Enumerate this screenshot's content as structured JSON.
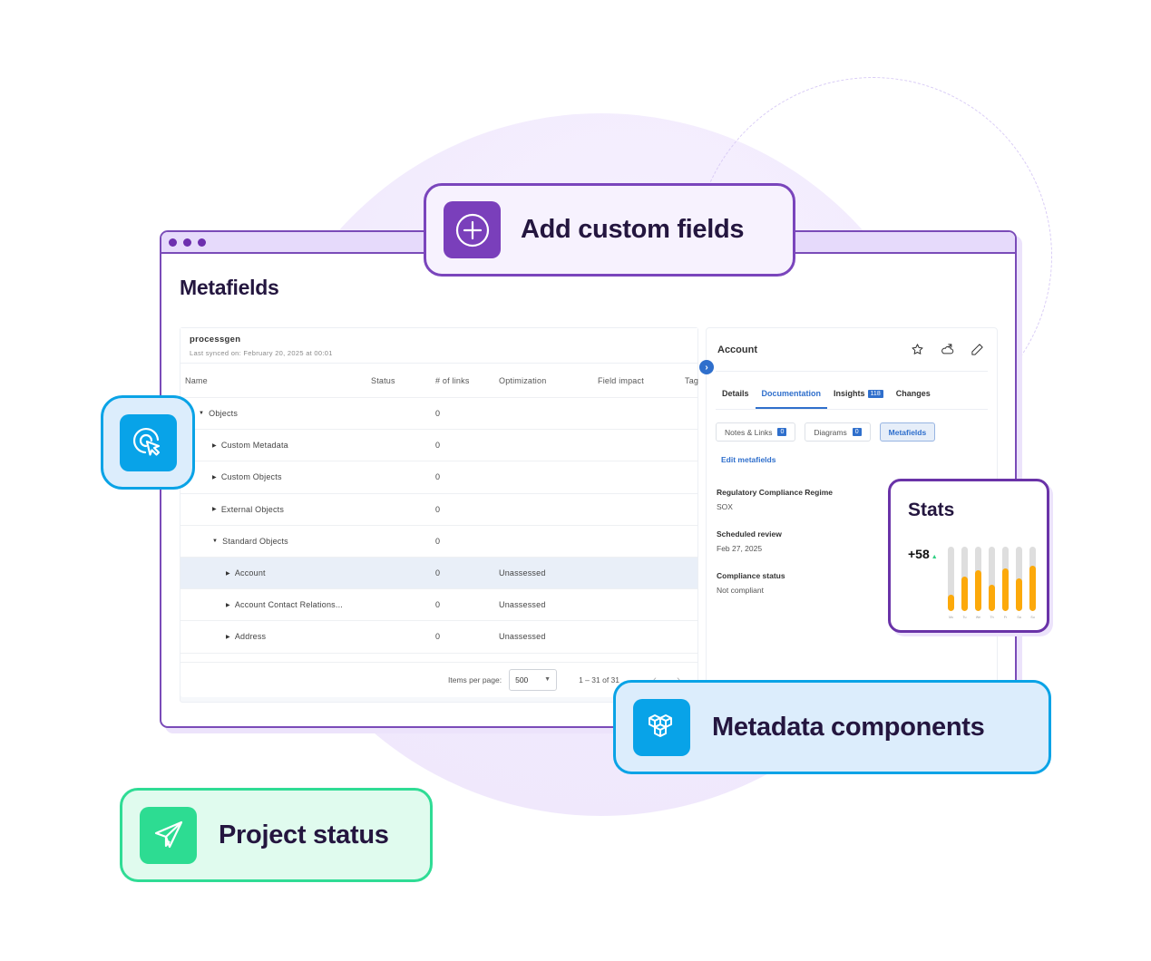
{
  "callouts": {
    "add_custom_fields": "Add custom fields",
    "metadata_components": "Metadata components",
    "project_status": "Project status"
  },
  "window": {
    "page_title": "Metafields"
  },
  "table": {
    "org_name": "processgen",
    "last_synced": "Last synced on: February 20, 2025 at 00:01",
    "columns": [
      "Name",
      "Status",
      "# of links",
      "Optimization",
      "Field impact",
      "Tag"
    ],
    "rows": [
      {
        "name": "Objects",
        "expanded": true,
        "indent": 0,
        "status": "",
        "links": "0",
        "optimization": "",
        "field_impact": ""
      },
      {
        "name": "Custom Metadata",
        "expanded": false,
        "indent": 1,
        "status": "",
        "links": "0",
        "optimization": "",
        "field_impact": ""
      },
      {
        "name": "Custom Objects",
        "expanded": false,
        "indent": 1,
        "status": "",
        "links": "0",
        "optimization": "",
        "field_impact": ""
      },
      {
        "name": "External Objects",
        "expanded": false,
        "indent": 1,
        "status": "",
        "links": "0",
        "optimization": "",
        "field_impact": ""
      },
      {
        "name": "Standard Objects",
        "expanded": true,
        "indent": 1,
        "status": "",
        "links": "0",
        "optimization": "",
        "field_impact": ""
      },
      {
        "name": "Account",
        "expanded": false,
        "indent": 2,
        "status": "",
        "links": "0",
        "optimization": "Unassessed",
        "field_impact": "",
        "selected": true
      },
      {
        "name": "Account Contact Relations...",
        "expanded": false,
        "indent": 2,
        "status": "",
        "links": "0",
        "optimization": "Unassessed",
        "field_impact": ""
      },
      {
        "name": "Address",
        "expanded": false,
        "indent": 2,
        "status": "",
        "links": "0",
        "optimization": "Unassessed",
        "field_impact": ""
      }
    ],
    "paginator": {
      "items_per_page_label": "Items per page:",
      "items_per_page_value": "500",
      "range": "1 – 31 of 31",
      "prev": "‹",
      "next": "›"
    }
  },
  "detail": {
    "title": "Account",
    "tabs": [
      {
        "label": "Details",
        "active": false
      },
      {
        "label": "Documentation",
        "active": true
      },
      {
        "label": "Insights",
        "badge": "118",
        "active": false
      },
      {
        "label": "Changes",
        "active": false
      }
    ],
    "chips": [
      {
        "label": "Notes & Links",
        "badge": "0",
        "active": false
      },
      {
        "label": "Diagrams",
        "badge": "0",
        "active": false
      },
      {
        "label": "Metafields",
        "active": true
      }
    ],
    "edit_link": "Edit metafields",
    "fields": [
      {
        "label": "Regulatory Compliance Regime",
        "value": "SOX"
      },
      {
        "label": "Scheduled review",
        "value": "Feb 27, 2025"
      },
      {
        "label": "Compliance status",
        "value": "Not compliant"
      }
    ]
  },
  "stats": {
    "title": "Stats",
    "value": "+58",
    "trend": "▲"
  },
  "chart_data": {
    "type": "bar",
    "title": "Stats",
    "categories": [
      "Mo",
      "Tu",
      "We",
      "Th",
      "Fr",
      "Sa",
      "Su"
    ],
    "values": [
      26,
      54,
      63,
      41,
      66,
      51,
      71
    ],
    "ylim": [
      0,
      100
    ],
    "xlabel": "",
    "ylabel": "",
    "grid": false,
    "colors": {
      "fill": "#fca90a",
      "track": "#dedede"
    }
  },
  "colors": {
    "purple": "#7a3fbb",
    "blue": "#08a3e8",
    "green": "#2ddc92",
    "link_blue": "#2f6fcc",
    "title_dark": "#24163f"
  }
}
